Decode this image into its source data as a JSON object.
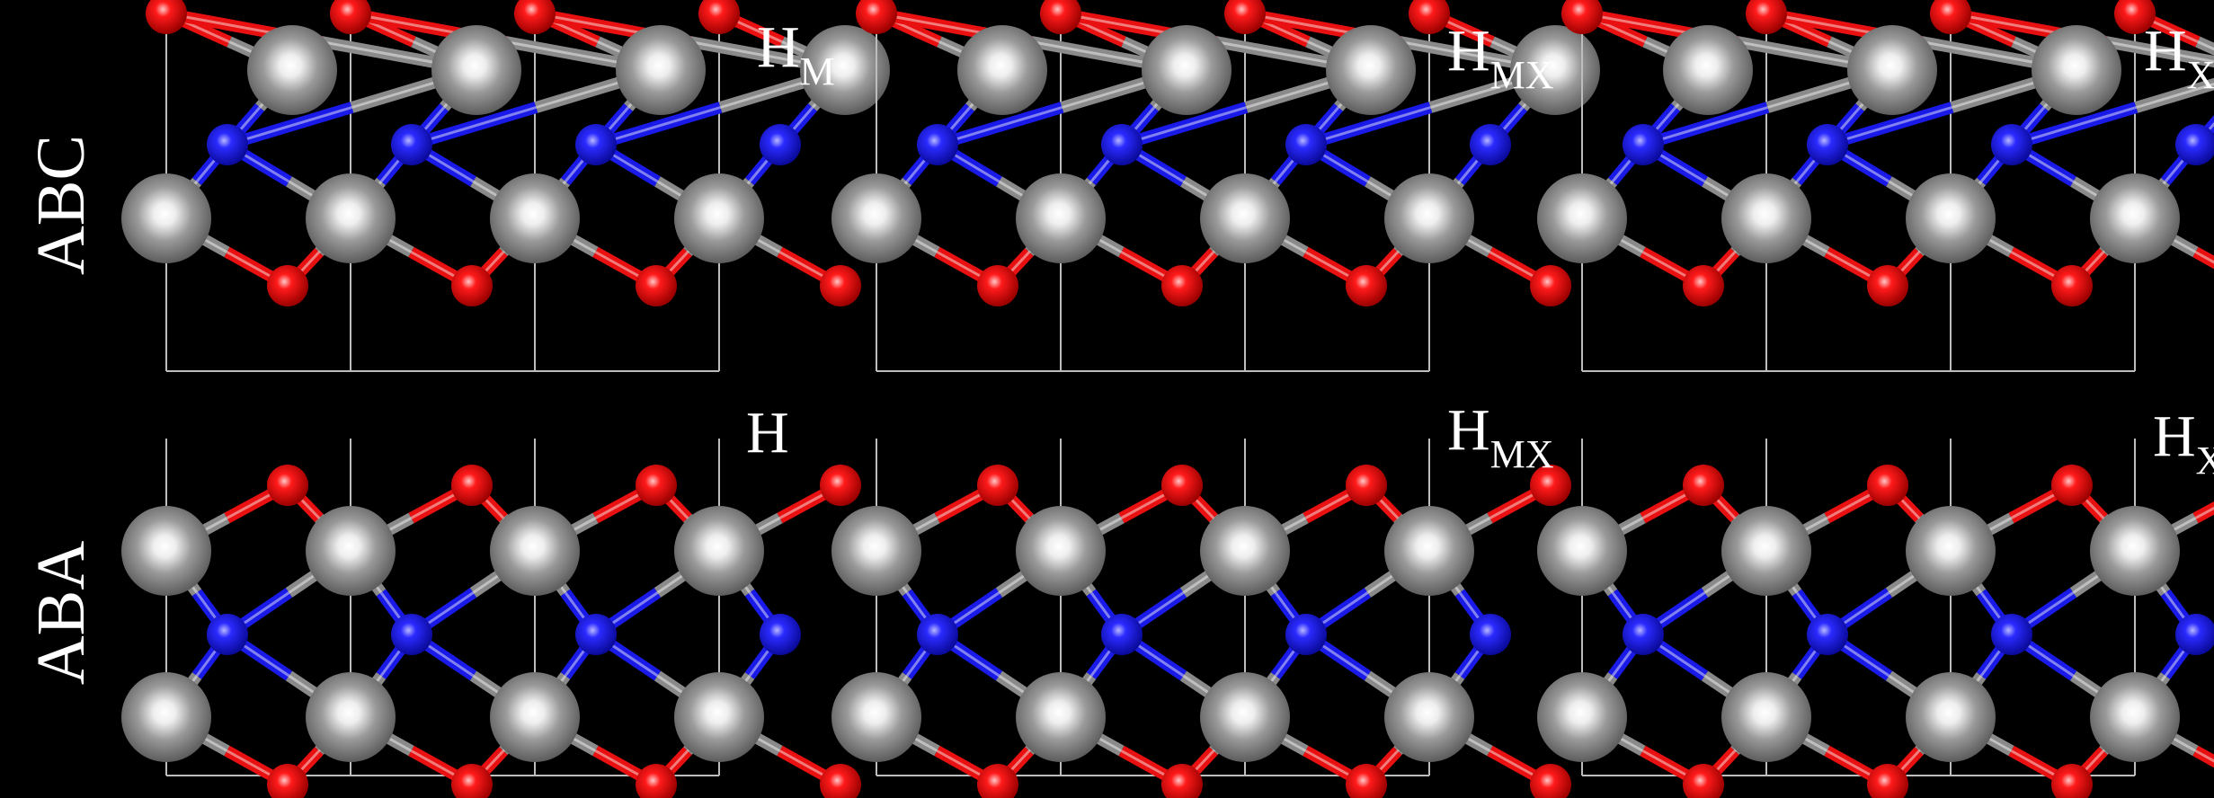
{
  "rows": [
    {
      "label": "ABC",
      "stacking": "ABC"
    },
    {
      "label": "ABA",
      "stacking": "ABA"
    }
  ],
  "panels": [
    {
      "row": 0,
      "col": 0,
      "main": "H",
      "sub": "M"
    },
    {
      "row": 0,
      "col": 1,
      "main": "H",
      "sub": "MX"
    },
    {
      "row": 0,
      "col": 2,
      "main": "H",
      "sub": "X"
    },
    {
      "row": 1,
      "col": 0,
      "main": "H",
      "sub": ""
    },
    {
      "row": 1,
      "col": 1,
      "main": "H",
      "sub": "MX"
    },
    {
      "row": 1,
      "col": 2,
      "main": "H",
      "sub": "X"
    }
  ],
  "colors": {
    "background": "#000000",
    "metal": "#8a8a8a",
    "nonmetal": "#1a1ae8",
    "oxygen": "#e81010",
    "cell_line": "#bdbdbd",
    "label": "#ffffff"
  }
}
